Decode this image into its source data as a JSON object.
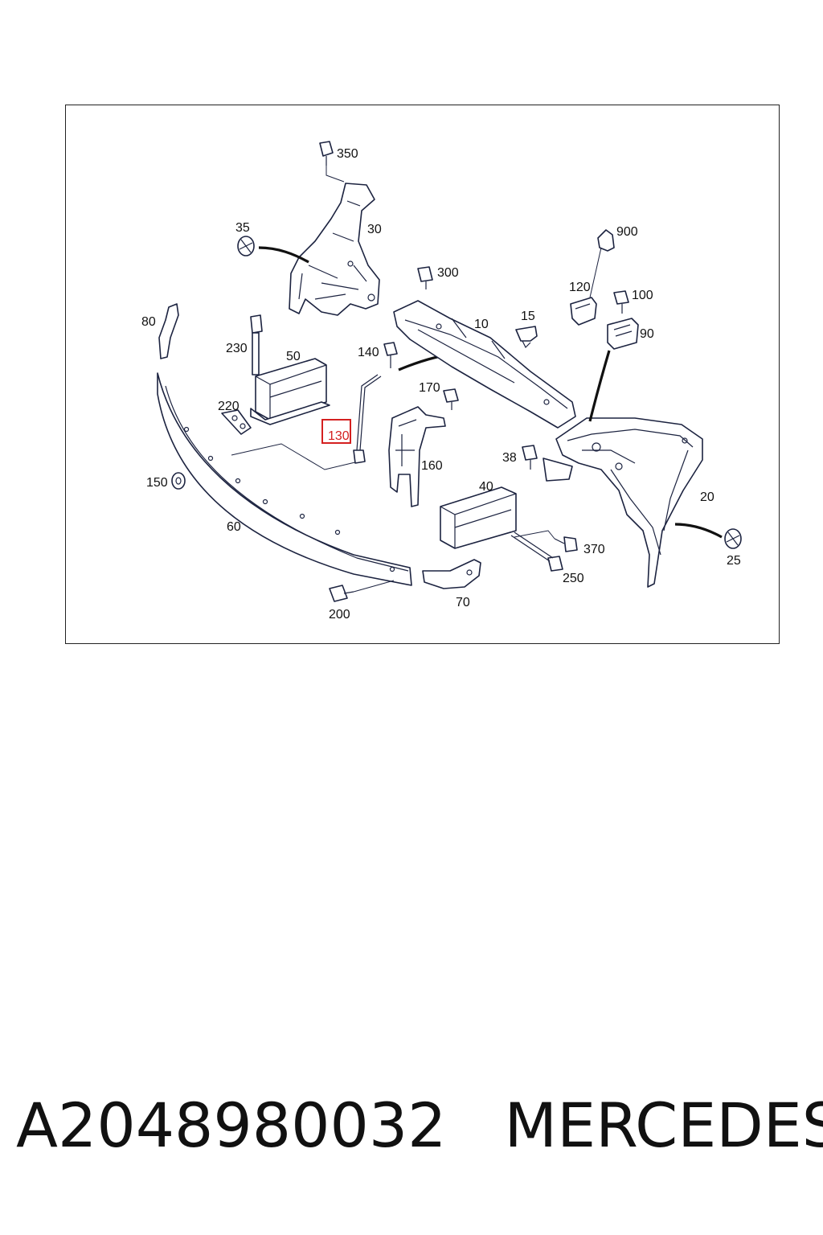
{
  "diagram": {
    "labels": [
      {
        "id": "350",
        "text": "350"
      },
      {
        "id": "30",
        "text": "30"
      },
      {
        "id": "35",
        "text": "35"
      },
      {
        "id": "900",
        "text": "900"
      },
      {
        "id": "300",
        "text": "300"
      },
      {
        "id": "120",
        "text": "120"
      },
      {
        "id": "100",
        "text": "100"
      },
      {
        "id": "80",
        "text": "80"
      },
      {
        "id": "15",
        "text": "15"
      },
      {
        "id": "10",
        "text": "10"
      },
      {
        "id": "90",
        "text": "90"
      },
      {
        "id": "230",
        "text": "230"
      },
      {
        "id": "140",
        "text": "140"
      },
      {
        "id": "50",
        "text": "50"
      },
      {
        "id": "170",
        "text": "170"
      },
      {
        "id": "220",
        "text": "220"
      },
      {
        "id": "130",
        "text": "130"
      },
      {
        "id": "160",
        "text": "160"
      },
      {
        "id": "38",
        "text": "38"
      },
      {
        "id": "150",
        "text": "150"
      },
      {
        "id": "40",
        "text": "40"
      },
      {
        "id": "20",
        "text": "20"
      },
      {
        "id": "60",
        "text": "60"
      },
      {
        "id": "370",
        "text": "370"
      },
      {
        "id": "25",
        "text": "25"
      },
      {
        "id": "250",
        "text": "250"
      },
      {
        "id": "70",
        "text": "70"
      },
      {
        "id": "200",
        "text": "200"
      }
    ],
    "highlight_color": "#d42020"
  },
  "footer": {
    "part_number": "A2048980032",
    "brand": "MERCEDES"
  }
}
